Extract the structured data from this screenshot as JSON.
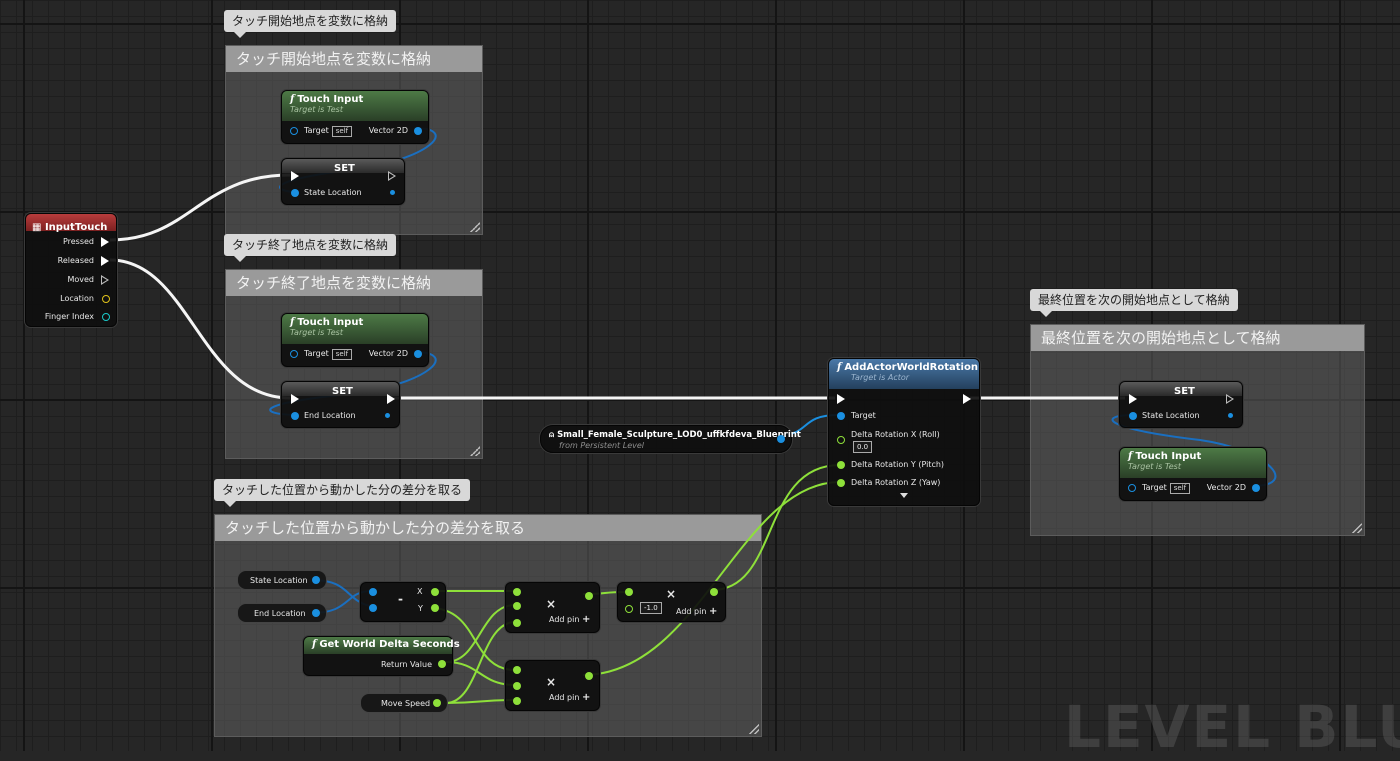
{
  "comments": {
    "c1": {
      "bubble": "タッチ開始地点を変数に格納",
      "title": "タッチ開始地点を変数に格納"
    },
    "c2": {
      "bubble": "タッチ終了地点を変数に格納",
      "title": "タッチ終了地点を変数に格納"
    },
    "c3": {
      "bubble": "タッチした位置から動かした分の差分を取る",
      "title": "タッチした位置から動かした分の差分を取る"
    },
    "c4": {
      "bubble": "最終位置を次の開始地点として格納",
      "title": "最終位置を次の開始地点として格納"
    }
  },
  "input_touch": {
    "title": "InputTouch",
    "pins": [
      "Pressed",
      "Released",
      "Moved",
      "Location",
      "Finger Index"
    ]
  },
  "touch_input": {
    "title": "Touch Input",
    "subtitle": "Target is Test",
    "target_label": "Target",
    "self_label": "self",
    "out_label": "Vector 2D"
  },
  "set_node": {
    "title": "SET"
  },
  "var_labels": {
    "state_location": "State Location",
    "end_location": "End Location",
    "move_speed": "Move Speed"
  },
  "add_actor": {
    "title": "AddActorWorldRotation",
    "subtitle": "Target is Actor",
    "pins": [
      "Target",
      "Delta Rotation X (Roll)",
      "Delta Rotation Y (Pitch)",
      "Delta Rotation Z (Yaw)"
    ],
    "roll_value": "0.0"
  },
  "actor_ref": {
    "title": "Small_Female_Sculpture_LOD0_uffkfdeva_Blueprint",
    "subtitle": "from Persistent Level"
  },
  "subtract": {
    "symbol": "-",
    "out_x": "X",
    "out_y": "Y"
  },
  "multiply": {
    "symbol": "×",
    "add_pin": "Add pin"
  },
  "negate_value": "-1.0",
  "get_delta": {
    "title": "Get World Delta Seconds",
    "return_label": "Return Value"
  },
  "watermark": "LEVEL BLUEF",
  "colors": {
    "exec": "#ffffff",
    "vector": "#1a8fe0",
    "float": "#8ee03a",
    "comment_header": "#9a9a9a"
  }
}
